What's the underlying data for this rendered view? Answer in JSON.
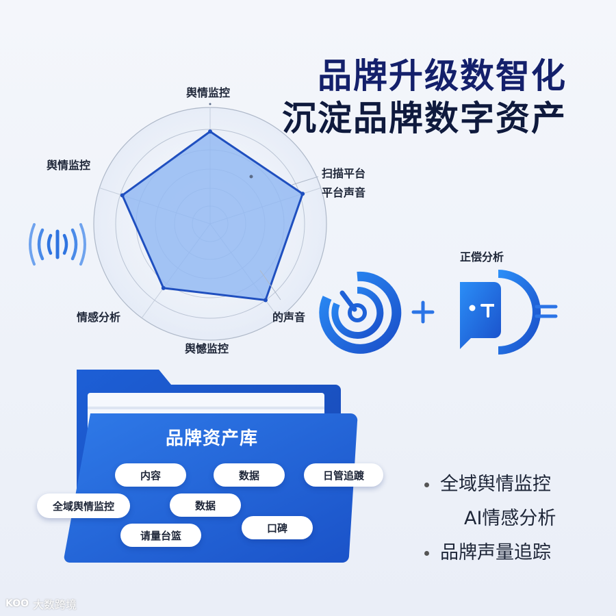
{
  "title": {
    "line1": "品牌升级数智化",
    "line2": "沉淀品牌数字资产"
  },
  "radar": {
    "labels": {
      "top": "舆情监控",
      "left": "舆情监控",
      "right_line1": "扫描平台",
      "right_line2": "平台声音",
      "bottom_left": "情感分析",
      "bottom": "舆憾监控",
      "bottom_right": "的声音"
    },
    "levels": [
      0.93,
      0.98,
      0.95,
      0.8,
      0.93
    ],
    "fill_color": "#8fb6f2",
    "line_color": "#1f4fbf"
  },
  "icons": {
    "wave": "signal-waves-icon",
    "ring": "progress-ring-icon",
    "speech": "speech-bubble-icon"
  },
  "equation": {
    "plus": "+",
    "equals": "=",
    "label": "正偿分析"
  },
  "folder": {
    "title": "品牌资产库",
    "chips": [
      "内容",
      "数据",
      "日管追踱",
      "全域舆情监控",
      "数据",
      "口碑",
      "请量台篮"
    ],
    "color": "#1d5fd6"
  },
  "bullets": [
    "全域舆情监控",
    "AI情感分析",
    "品牌声量追踪"
  ],
  "watermark": {
    "mark": "KOO",
    "text": "大数跨境"
  }
}
